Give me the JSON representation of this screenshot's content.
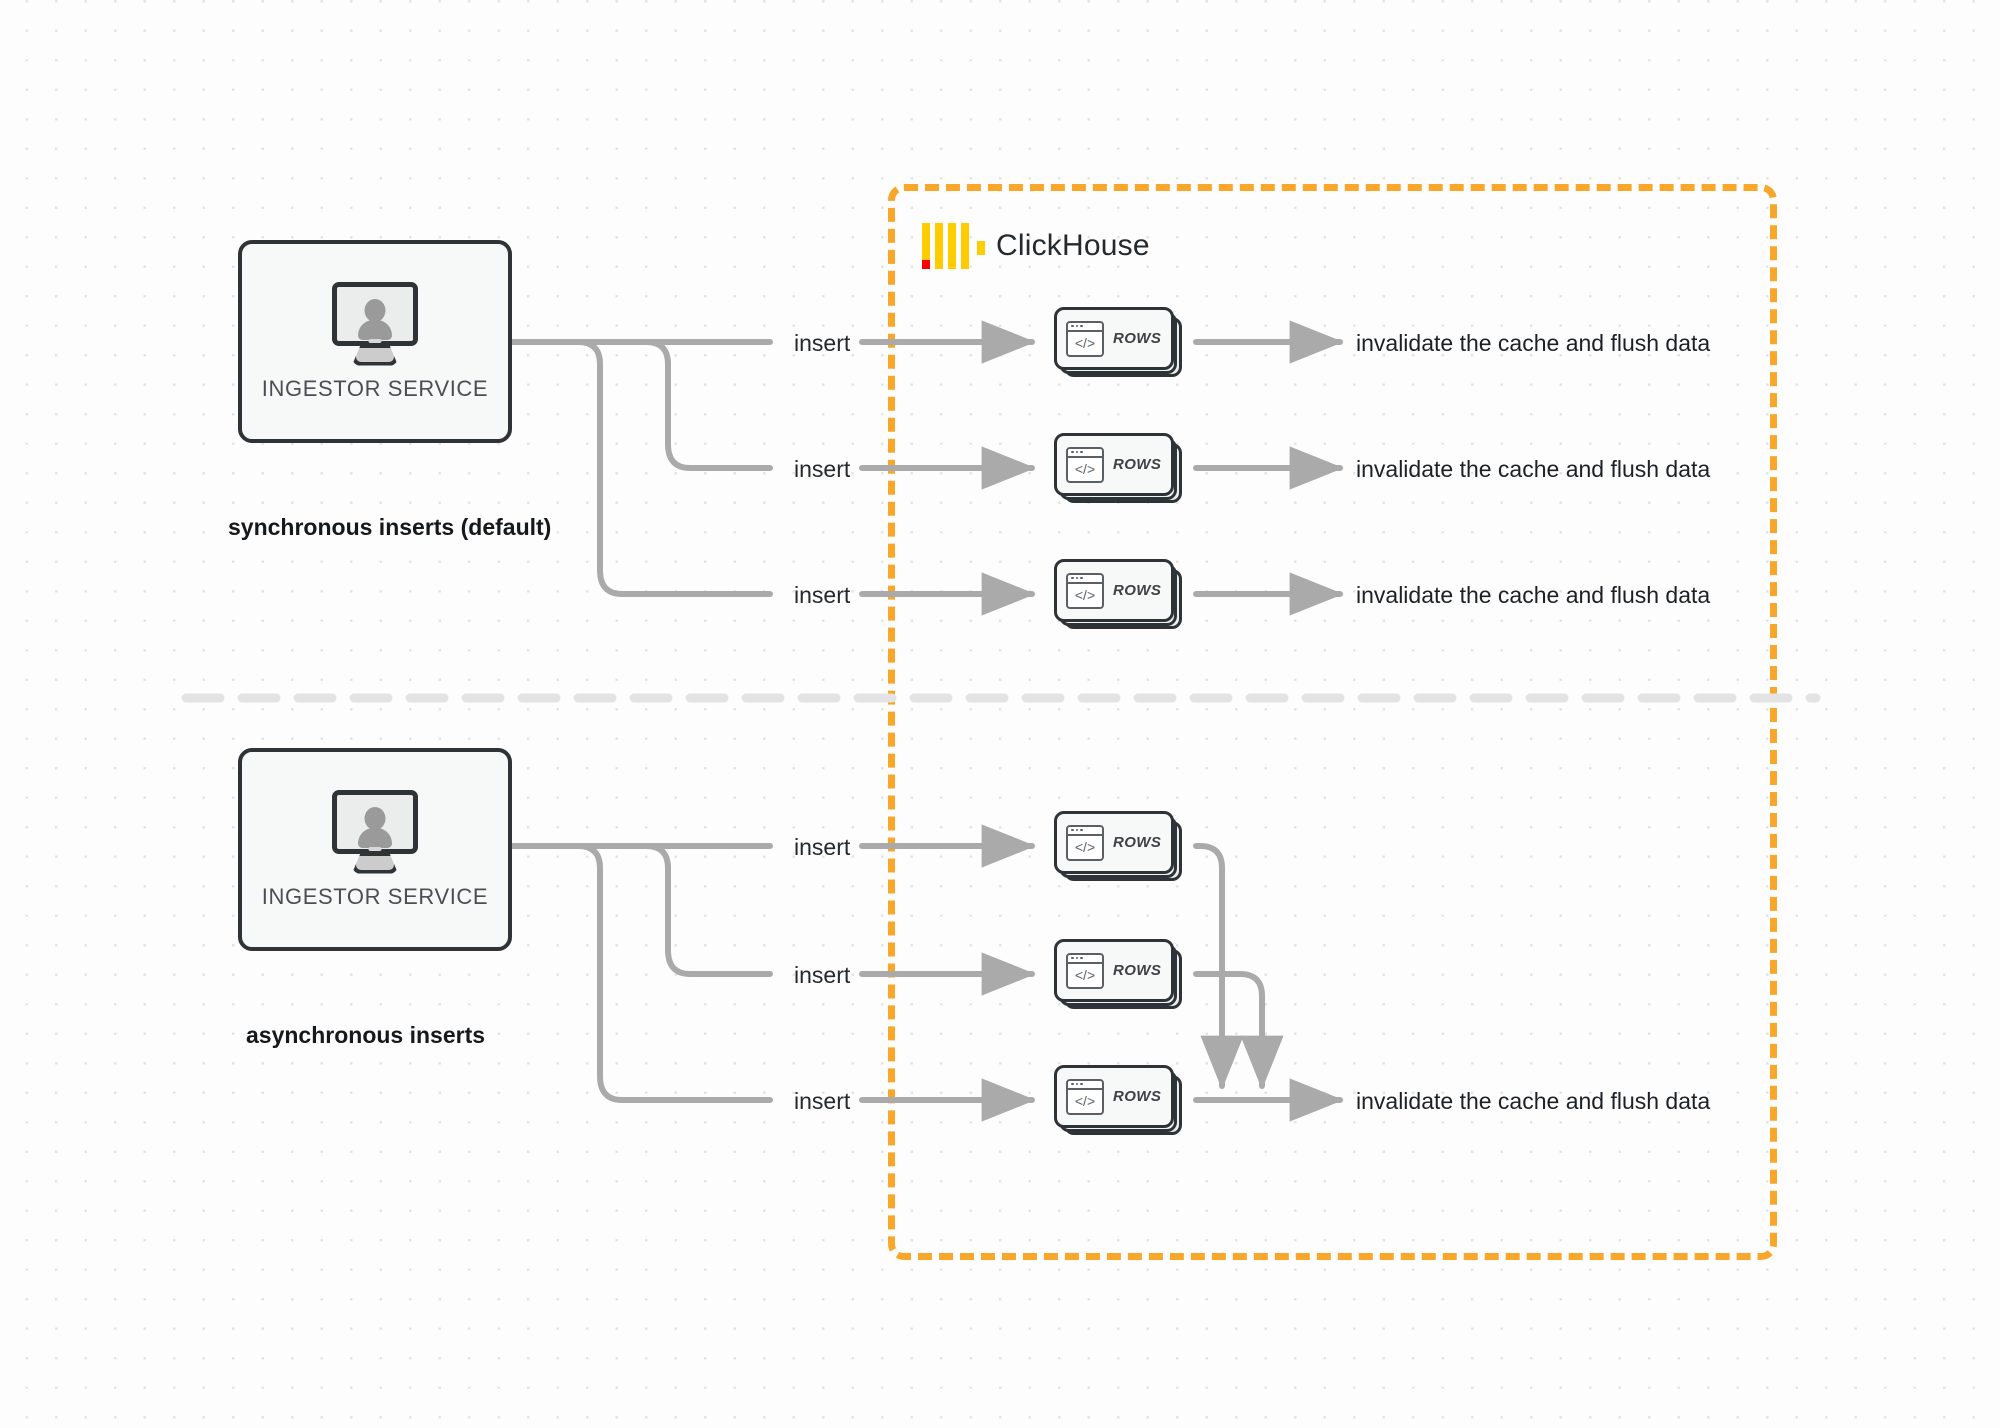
{
  "diagram": {
    "title": "ClickHouse synchronous vs asynchronous inserts",
    "colors": {
      "boundary": "#f9a72b",
      "logo_yellow": "#ffcc00",
      "logo_red": "#ff0000",
      "node_border": "#2e3338",
      "wire": "#aaaaaa",
      "divider": "#e3e3e3"
    }
  },
  "clickhouse": {
    "name": "ClickHouse",
    "logo": "clickhouse-logo"
  },
  "sections": [
    {
      "id": "synchronous",
      "caption": "synchronous inserts (default)",
      "ingestor": {
        "label": "INGESTOR SERVICE",
        "icon": "monitor-user-icon"
      },
      "flows": [
        {
          "insert_label": "insert",
          "node_label": "ROWS",
          "node_icon": "code-window-icon",
          "outcome": "invalidate the cache and flush data"
        },
        {
          "insert_label": "insert",
          "node_label": "ROWS",
          "node_icon": "code-window-icon",
          "outcome": "invalidate the cache and flush data"
        },
        {
          "insert_label": "insert",
          "node_label": "ROWS",
          "node_icon": "code-window-icon",
          "outcome": "invalidate the cache and flush data"
        }
      ]
    },
    {
      "id": "asynchronous",
      "caption": "asynchronous inserts",
      "ingestor": {
        "label": "INGESTOR SERVICE",
        "icon": "monitor-user-icon"
      },
      "flows": [
        {
          "insert_label": "insert",
          "node_label": "ROWS",
          "node_icon": "code-window-icon",
          "outcome": ""
        },
        {
          "insert_label": "insert",
          "node_label": "ROWS",
          "node_icon": "code-window-icon",
          "outcome": ""
        },
        {
          "insert_label": "insert",
          "node_label": "ROWS",
          "node_icon": "code-window-icon",
          "outcome": "invalidate the cache and flush data"
        }
      ],
      "merged_outcome": "invalidate the cache and flush data"
    }
  ]
}
